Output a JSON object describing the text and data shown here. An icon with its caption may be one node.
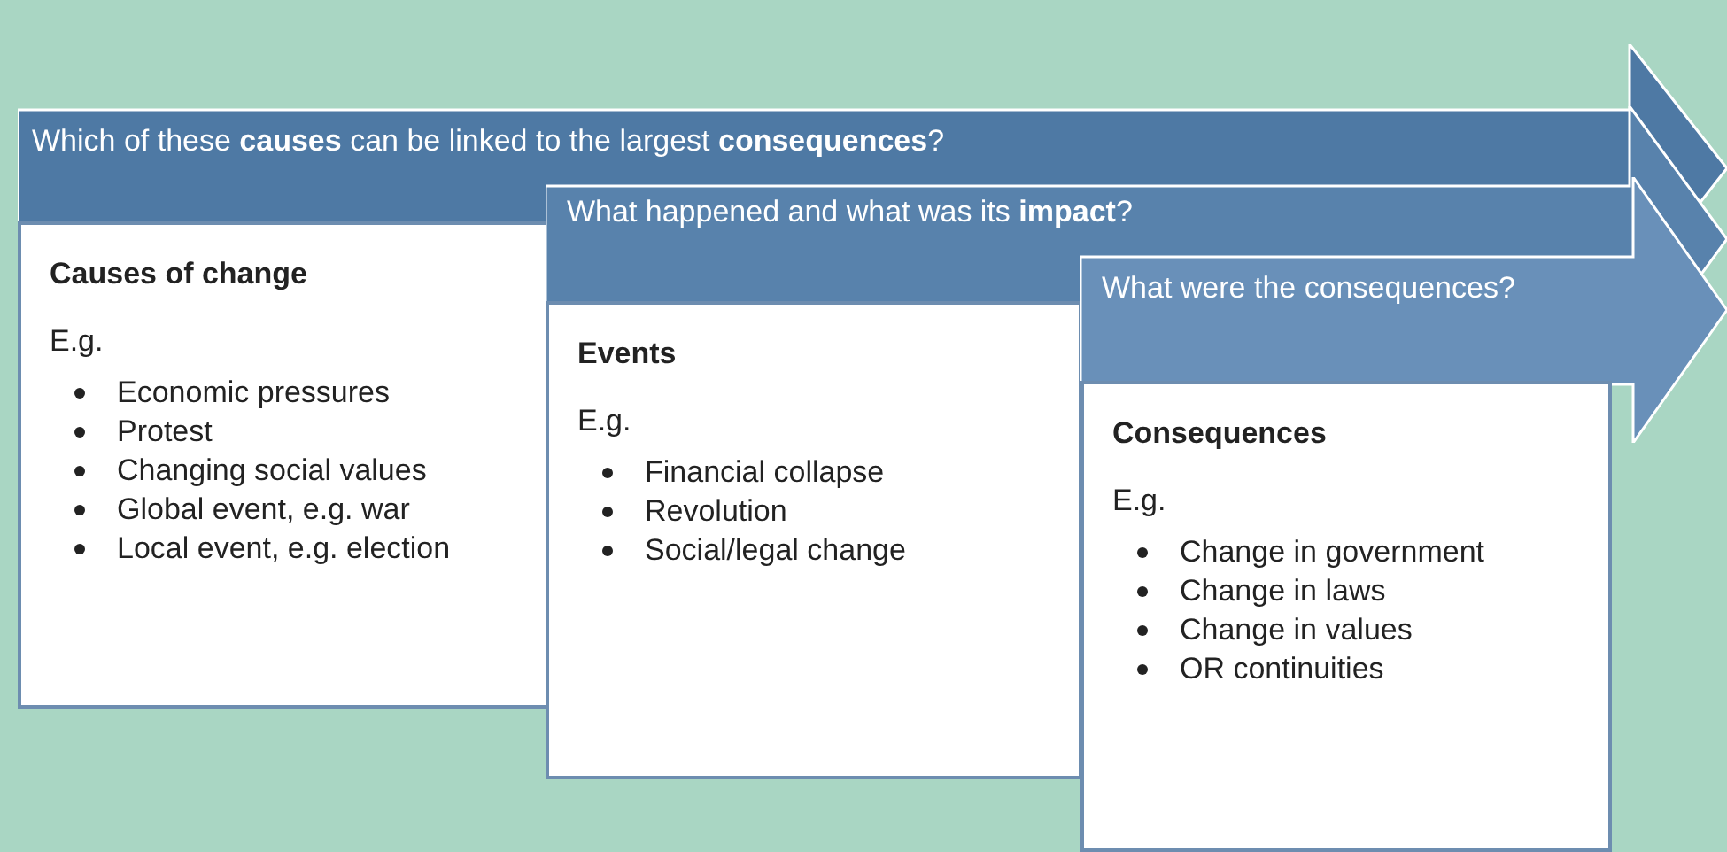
{
  "diagram": {
    "nodes": [
      {
        "text": [
          "Which of these **causes** can be linked to the largest **consequences**?"
        ]
      },
      {
        "text": [
          "Causes of change",
          "E.g.",
          "Economic pressures",
          "Protest",
          "Changing social values",
          "Global event, e.g. war",
          "Local event, e.g. election"
        ]
      },
      {
        "text": [
          "What happened and what was its **impact**?"
        ]
      },
      {
        "text": [
          "Events",
          "E.g.",
          "Financial collapse",
          "Revolution",
          "Social/legal change"
        ]
      },
      {
        "text": [
          "What were the consequences?"
        ]
      },
      {
        "text": [
          "Consequences",
          "E.g.",
          "Change in government",
          "Change in laws",
          "Change in values",
          "OR continuities"
        ]
      }
    ]
  }
}
